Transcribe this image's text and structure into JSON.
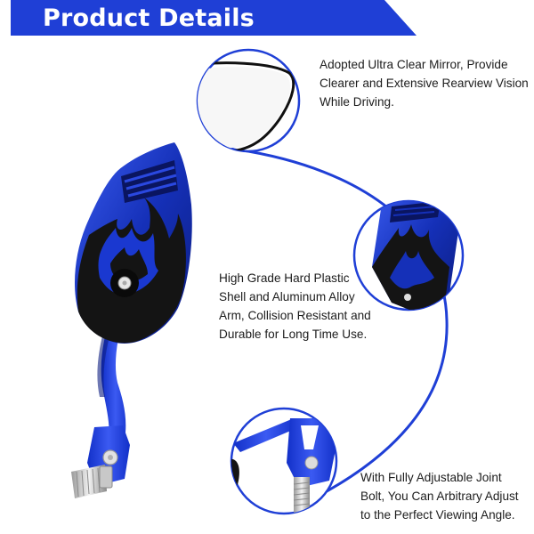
{
  "banner": {
    "title": "Product Details",
    "color": "#1f3fd6"
  },
  "features": [
    {
      "text": "Adopted Ultra Clear Mirror, Provide\nClearer and Extensive Rearview Vision\nWhile Driving."
    },
    {
      "text": "High Grade Hard Plastic\nShell and Aluminum Alloy\nArm, Collision Resistant and\nDurable for Long Time Use."
    },
    {
      "text": "With Fully Adjustable Joint\nBolt, You Can Arbitrary Adjust\nto the Perfect Viewing Angle."
    }
  ],
  "colors": {
    "accent": "#1f3fd6",
    "mirror_shell": "#1530b8",
    "dark_shell": "#141414",
    "text": "#1c1c1c"
  }
}
